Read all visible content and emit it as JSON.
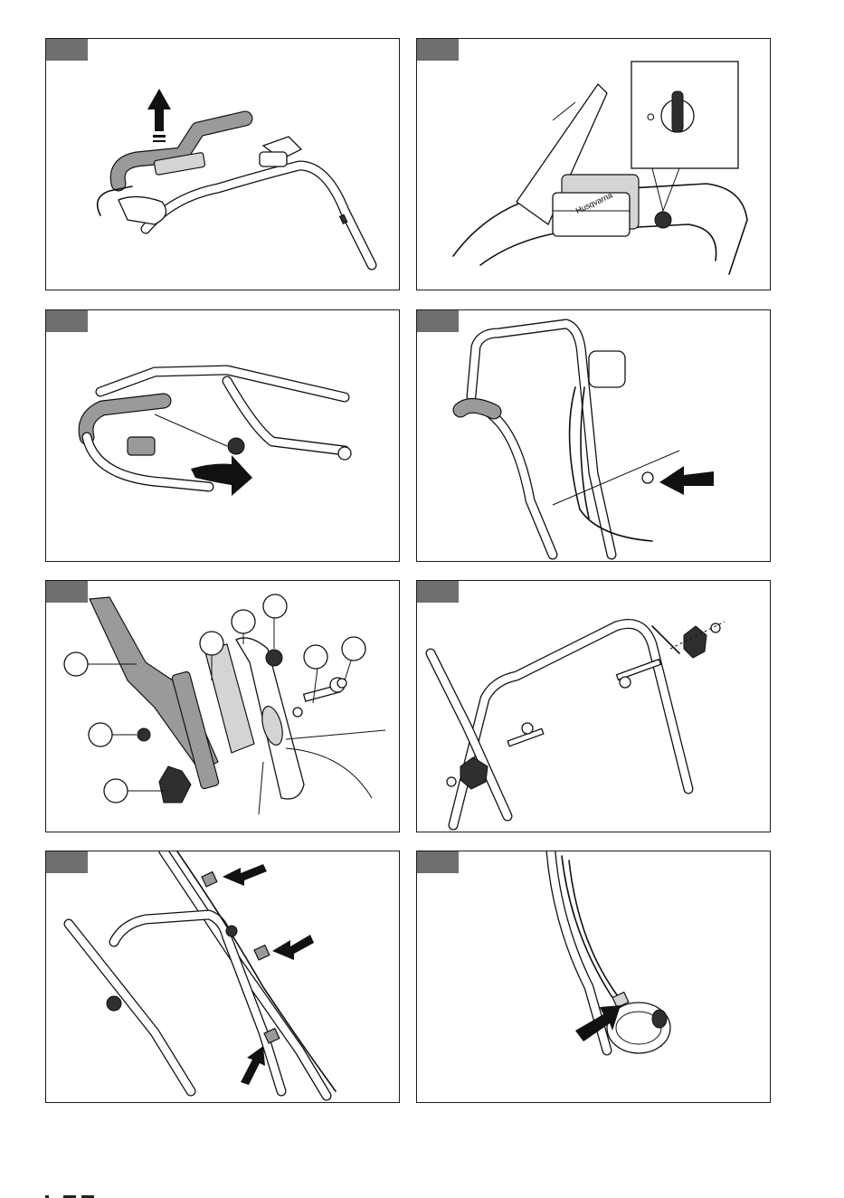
{
  "panels": [
    {
      "id": "1",
      "label": "",
      "subject": "handle-lift"
    },
    {
      "id": "2",
      "label": "",
      "subject": "battery-compartment-key"
    },
    {
      "id": "3",
      "label": "",
      "subject": "handle-unfold"
    },
    {
      "id": "4",
      "label": "",
      "subject": "cable-holder"
    },
    {
      "id": "5",
      "label": "",
      "subject": "handle-bracket-exploded",
      "callouts": [
        "",
        "",
        "",
        "",
        "",
        "",
        "",
        ""
      ]
    },
    {
      "id": "6",
      "label": "",
      "subject": "handle-bolts-knobs"
    },
    {
      "id": "7",
      "label": "",
      "subject": "cable-clips"
    },
    {
      "id": "8",
      "label": "",
      "subject": "cable-routing"
    }
  ],
  "icons": [
    "up-arrow-icon",
    "right-arrow-icon",
    "curved-arrow-icon",
    "left-arrow-icon"
  ],
  "colors": {
    "tag": "#6f6f6f",
    "line": "#111111",
    "shade": "#9a9a9a"
  }
}
